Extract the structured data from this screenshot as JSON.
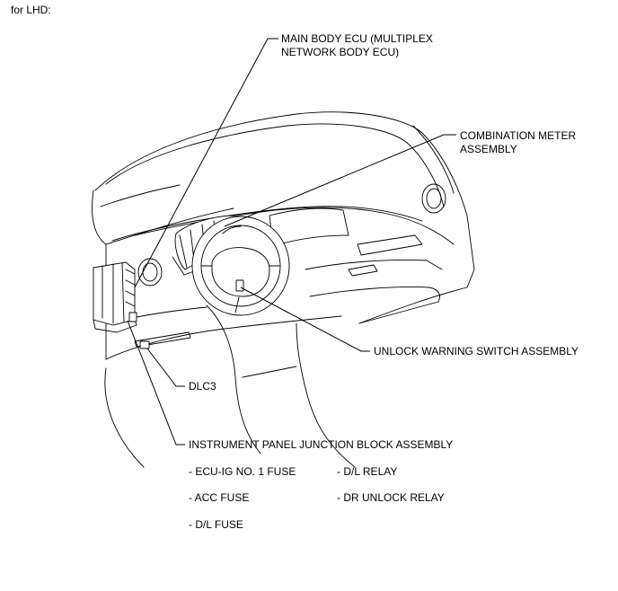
{
  "header": {
    "variant_label": "for LHD:"
  },
  "callouts": {
    "main_body_ecu": [
      "MAIN BODY ECU (MULTIPLEX",
      "NETWORK BODY ECU)"
    ],
    "combination_meter": [
      "COMBINATION METER",
      "ASSEMBLY"
    ],
    "unlock_warning_switch": "UNLOCK WARNING SWITCH ASSEMBLY",
    "dlc3": "DLC3",
    "junction_block": "INSTRUMENT PANEL JUNCTION BLOCK ASSEMBLY"
  },
  "junction_block_parts": {
    "left": [
      "- ECU-IG NO. 1 FUSE",
      "- ACC FUSE",
      "- D/L FUSE"
    ],
    "right": [
      "- D/L RELAY",
      "- DR UNLOCK RELAY"
    ]
  }
}
